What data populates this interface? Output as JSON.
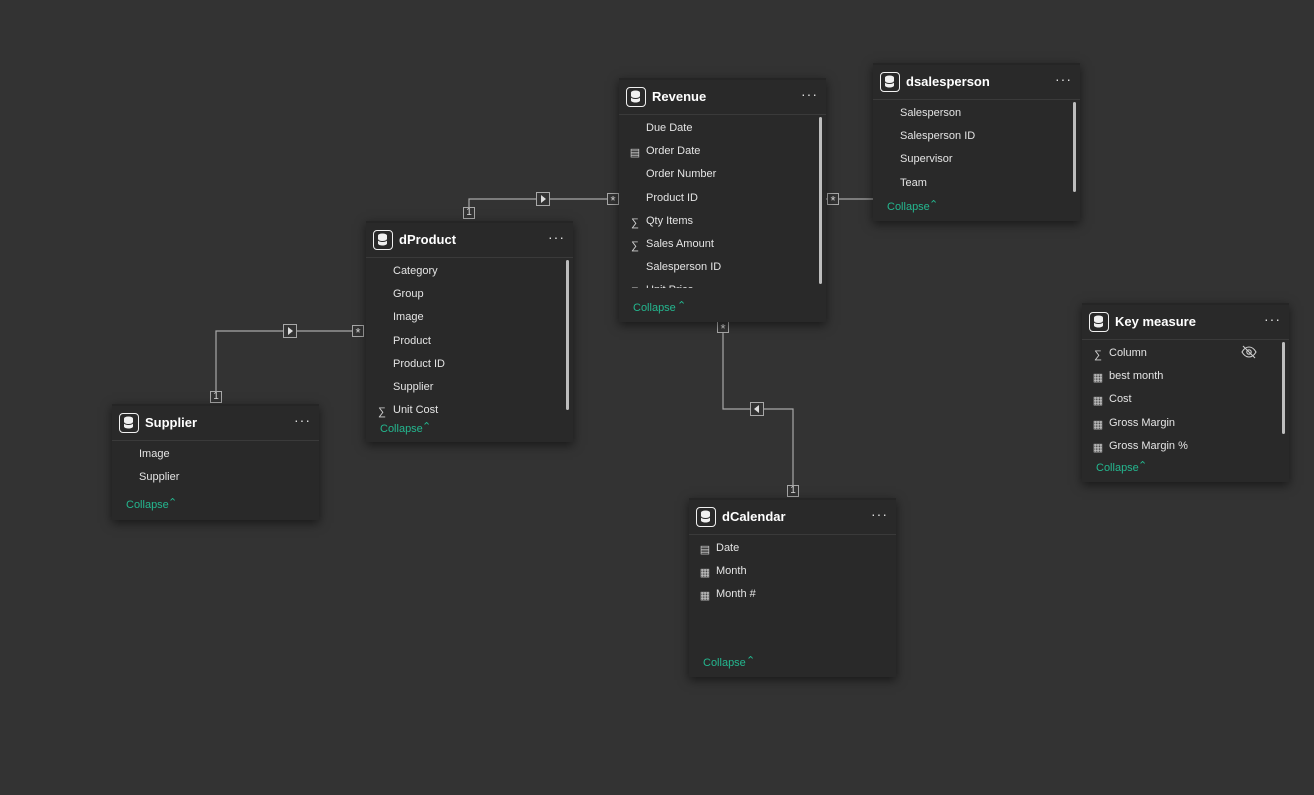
{
  "tables": {
    "revenue": {
      "title": "Revenue",
      "fields": [
        {
          "label": "Due Date",
          "icon": "none"
        },
        {
          "label": "Order Date",
          "icon": "calendar-icon"
        },
        {
          "label": "Order Number",
          "icon": "none"
        },
        {
          "label": "Product ID",
          "icon": "none"
        },
        {
          "label": "Qty Items",
          "icon": "sigma-icon"
        },
        {
          "label": "Sales Amount",
          "icon": "sigma-icon"
        },
        {
          "label": "Salesperson ID",
          "icon": "none"
        },
        {
          "label": "Unit Price",
          "icon": "sigma-icon"
        }
      ],
      "collapse": "Collapse"
    },
    "dsalesperson": {
      "title": "dsalesperson",
      "fields": [
        {
          "label": "Salesperson",
          "icon": "none"
        },
        {
          "label": "Salesperson ID",
          "icon": "none"
        },
        {
          "label": "Supervisor",
          "icon": "none"
        },
        {
          "label": "Team",
          "icon": "none"
        }
      ],
      "collapse": "Collapse"
    },
    "dproduct": {
      "title": "dProduct",
      "fields": [
        {
          "label": "Category",
          "icon": "none"
        },
        {
          "label": "Group",
          "icon": "none"
        },
        {
          "label": "Image",
          "icon": "none"
        },
        {
          "label": "Product",
          "icon": "none"
        },
        {
          "label": "Product ID",
          "icon": "none"
        },
        {
          "label": "Supplier",
          "icon": "none"
        },
        {
          "label": "Unit Cost",
          "icon": "sigma-icon"
        }
      ],
      "collapse": "Collapse"
    },
    "supplier": {
      "title": "Supplier",
      "fields": [
        {
          "label": "Image",
          "icon": "none"
        },
        {
          "label": "Supplier",
          "icon": "none"
        }
      ],
      "collapse": "Collapse"
    },
    "dcalendar": {
      "title": "dCalendar",
      "fields": [
        {
          "label": "Date",
          "icon": "calendar-icon"
        },
        {
          "label": "Month",
          "icon": "calculated-column-icon"
        },
        {
          "label": "Month #",
          "icon": "calculated-column-icon"
        }
      ],
      "collapse": "Collapse"
    },
    "keymeasure": {
      "title": "Key measure",
      "fields": [
        {
          "label": "Column",
          "icon": "sigma-icon"
        },
        {
          "label": "best month",
          "icon": "measure-icon"
        },
        {
          "label": "Cost",
          "icon": "measure-icon"
        },
        {
          "label": "Gross Margin",
          "icon": "measure-icon"
        },
        {
          "label": "Gross Margin %",
          "icon": "measure-icon"
        }
      ],
      "collapse": "Collapse"
    }
  },
  "relationships": {
    "one": "1",
    "many": "*"
  },
  "menu_glyph": "···",
  "colors": {
    "canvas": "#333333",
    "card": "#292929",
    "accent": "#24b78f",
    "line": "#a8a8a8"
  }
}
